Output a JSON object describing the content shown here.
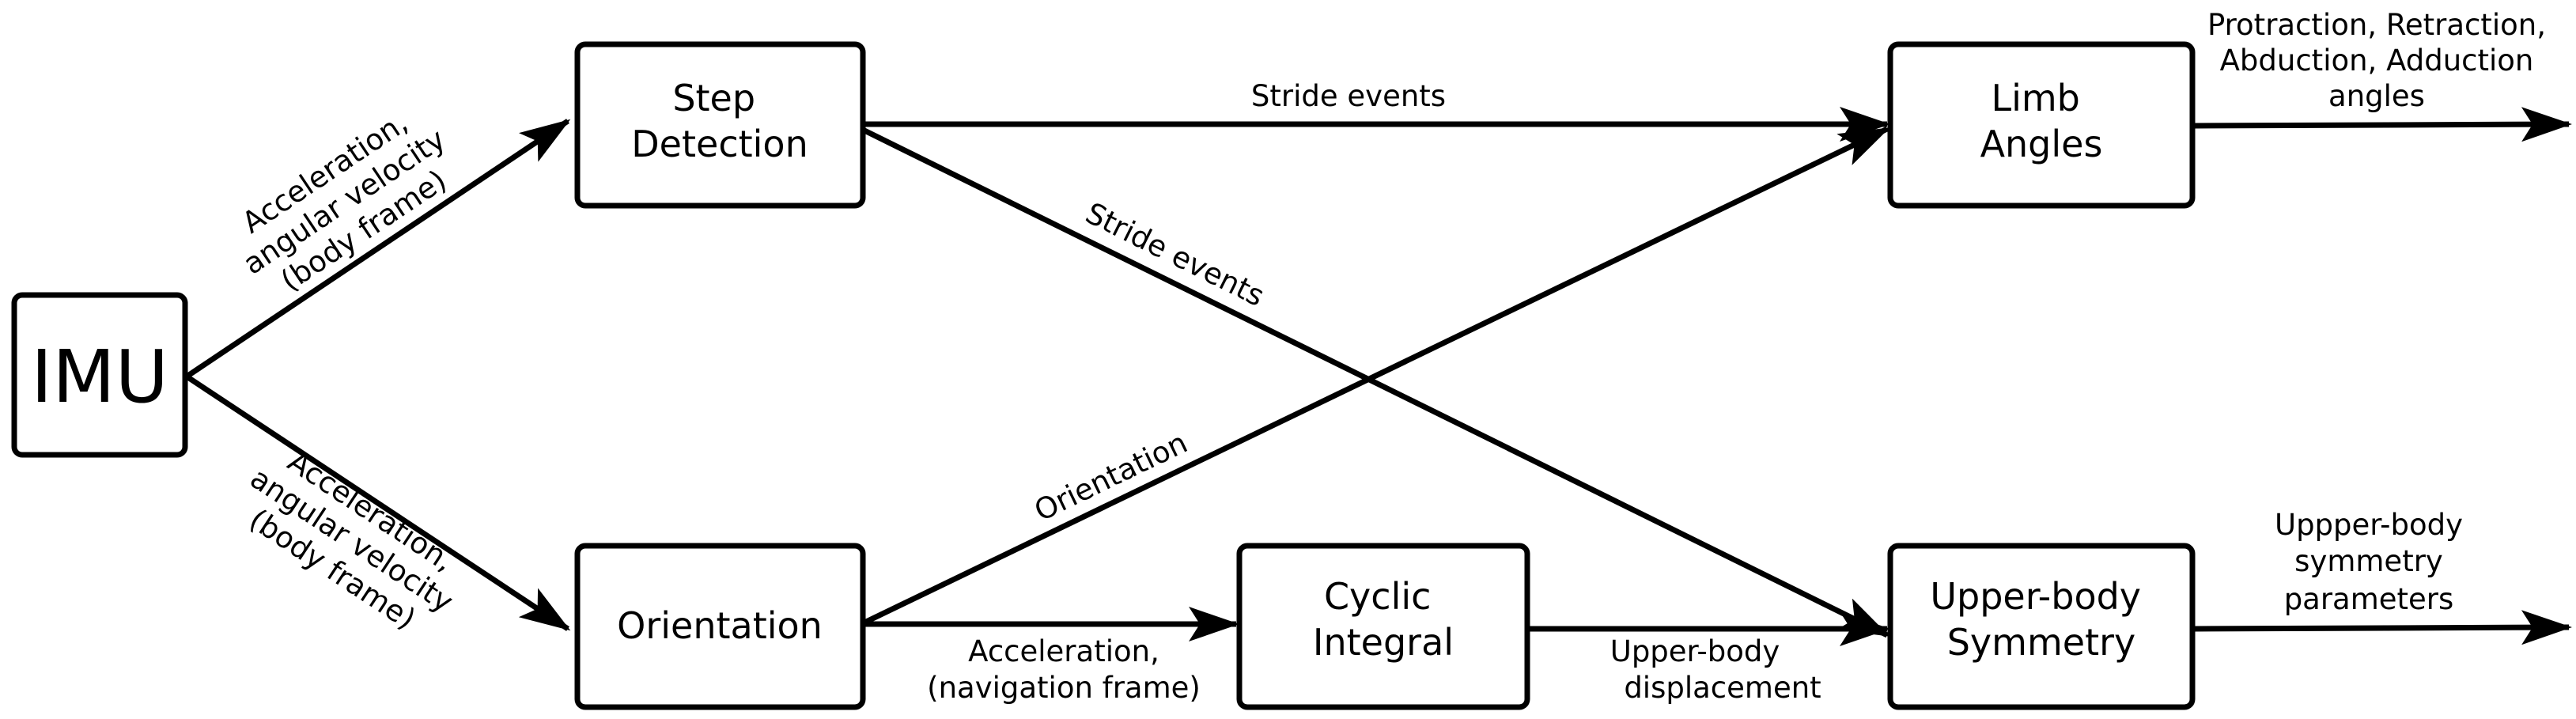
{
  "nodes": {
    "imu": {
      "lines": [
        "IMU"
      ]
    },
    "step_detection": {
      "lines": [
        "Step",
        "Detection"
      ]
    },
    "orientation": {
      "lines": [
        "Orientation"
      ]
    },
    "cyclic_integral": {
      "lines": [
        "Cyclic",
        "Integral"
      ]
    },
    "limb_angles": {
      "lines": [
        "Limb",
        "Angles"
      ]
    },
    "upper_body_symmetry": {
      "lines": [
        "Upper-body",
        "Symmetry"
      ]
    }
  },
  "edges": {
    "imu_to_step": {
      "lines": [
        "Acceleration,",
        "angular velocity",
        "(body frame)"
      ]
    },
    "imu_to_orientation": {
      "lines": [
        "Acceleration,",
        "angular velocity",
        "(body frame)"
      ]
    },
    "step_to_limb": {
      "lines": [
        "Stride events"
      ]
    },
    "step_to_symmetry": {
      "lines": [
        "Stride events"
      ]
    },
    "orientation_to_limb": {
      "lines": [
        "Orientation"
      ]
    },
    "orientation_to_cyclic": {
      "lines": [
        "Acceleration,",
        "(navigation frame)"
      ]
    },
    "cyclic_to_symmetry": {
      "lines": [
        "Upper-body",
        "displacement"
      ]
    },
    "limb_output": {
      "lines": [
        "Protraction, Retraction,",
        "Abduction, Adduction",
        "angles"
      ]
    },
    "symmetry_output": {
      "lines": [
        "Uppper-body",
        "symmetry",
        "parameters"
      ]
    }
  }
}
